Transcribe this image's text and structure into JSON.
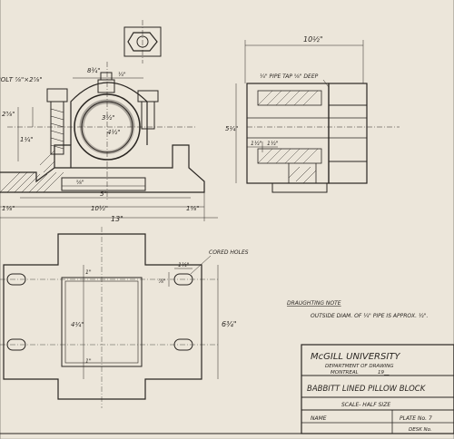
{
  "title_block": {
    "university": "McGILL UNIVERSITY",
    "department": "DEPARTMENT OF DRAWING",
    "location": "MONTREAL",
    "date_prefix": "19__",
    "drawing_title": "BABBITT LINED PILLOW BLOCK",
    "scale": "SCALE- HALF SIZE",
    "name_label": "NAME",
    "plate_label": "PLATE No. 7",
    "desk_label": "DESK No."
  },
  "note": {
    "heading": "DRAUGHTING NOTE",
    "text": "OUTSIDE DIAM. OF ¼\" PIPE IS APPROX. ½\"."
  },
  "front_view": {
    "dims": {
      "overall": "13\"",
      "base_inner": "10½\"",
      "bolt_spacing": "5\"",
      "left_edge": "1⅛\"",
      "right_edge": "1⅛\"",
      "cap_width": "8¾\"",
      "bore_a": "3½\"",
      "bore_b": "4½\"",
      "bolt_callout": "BOLT ⅞\"×2⅞\"",
      "height_a": "2⅝\"",
      "height_b": "1¼\"",
      "small_a": "¼\"",
      "small_b": "⅝\""
    }
  },
  "side_view": {
    "dims": {
      "length": "10½\"",
      "pipe_tap": "¼\" PIPE TAP ⅝\" DEEP",
      "height": "5¼\"",
      "left_a": "1½\"",
      "left_b": "1½\""
    }
  },
  "plan_view": {
    "dims": {
      "cored_holes": "CORED HOLES",
      "slot_width": "1½\"",
      "slot_height": "⅞\"",
      "inner_height": "4¼\"",
      "outer_height": "6¾\"",
      "top_gap": "1\"",
      "bottom_gap": "1\""
    }
  }
}
